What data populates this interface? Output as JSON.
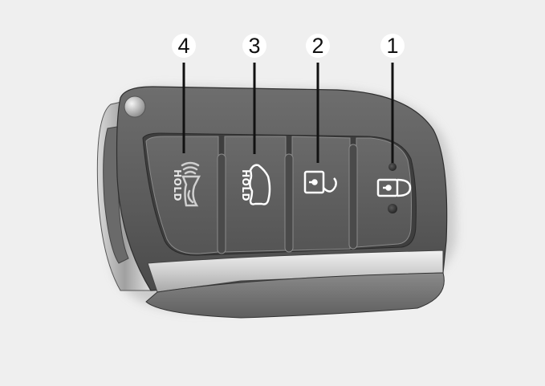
{
  "figure": {
    "subject": "smart key fob",
    "background_color": "#efefef",
    "body_color": "#5c5c5c",
    "button_color": "#606060",
    "chrome_color": "#d6d6d6",
    "icon_color": "#ffffff"
  },
  "callouts": [
    {
      "number": "4",
      "target": "panic-button"
    },
    {
      "number": "3",
      "target": "trunk-button"
    },
    {
      "number": "2",
      "target": "unlock-button"
    },
    {
      "number": "1",
      "target": "lock-button"
    }
  ],
  "buttons": [
    {
      "id": "panic",
      "label": "HOLD",
      "icon": "horn-icon"
    },
    {
      "id": "trunk",
      "label": "HOLD",
      "icon": "car-trunk-icon"
    },
    {
      "id": "unlock",
      "label": "",
      "icon": "unlocked-padlock-icon"
    },
    {
      "id": "lock",
      "label": "",
      "icon": "locked-padlock-icon"
    }
  ]
}
